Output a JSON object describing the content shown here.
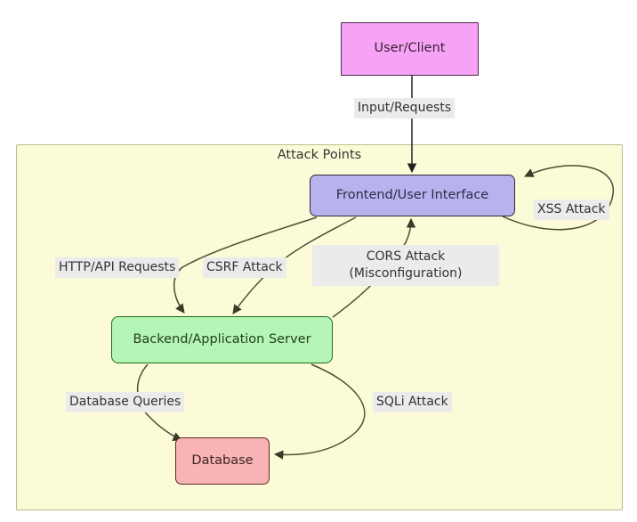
{
  "diagram": {
    "type": "flowchart",
    "subgraph": {
      "title": "Attack Points",
      "fill_color": "#fbfbd8",
      "border_color": "#bdbd8f"
    },
    "nodes": [
      {
        "id": "user-client",
        "label": "User/Client",
        "fill_color": "#f6a3f6",
        "border_color": "#4a2a4a",
        "shape": "rectangle"
      },
      {
        "id": "frontend",
        "label": "Frontend/User Interface",
        "fill_color": "#b8b2ee",
        "border_color": "#2b2b3a",
        "shape": "rounded-rectangle"
      },
      {
        "id": "backend",
        "label": "Backend/Application Server",
        "fill_color": "#b5f5b5",
        "border_color": "#1f6b1f",
        "shape": "rounded-rectangle"
      },
      {
        "id": "database",
        "label": "Database",
        "fill_color": "#f8b4b4",
        "border_color": "#5b2a2a",
        "shape": "rounded-rectangle"
      }
    ],
    "edges": [
      {
        "id": "input-requests",
        "from": "user-client",
        "to": "frontend",
        "label": "Input/Requests"
      },
      {
        "id": "xss-attack",
        "from": "frontend",
        "to": "frontend",
        "label": "XSS Attack"
      },
      {
        "id": "http-api-requests",
        "from": "frontend",
        "to": "backend",
        "label": "HTTP/API Requests"
      },
      {
        "id": "csrf-attack",
        "from": "frontend",
        "to": "backend",
        "label": "CSRF Attack"
      },
      {
        "id": "cors-attack",
        "from": "backend",
        "to": "frontend",
        "label_line1": "CORS Attack",
        "label_line2": "(Misconfiguration)"
      },
      {
        "id": "database-queries",
        "from": "backend",
        "to": "database",
        "label": "Database Queries"
      },
      {
        "id": "sqli-attack",
        "from": "backend",
        "to": "database",
        "label": "SQLi Attack"
      }
    ],
    "edge_line_color": "#4d4d33",
    "label_background": "#ebebeb"
  }
}
